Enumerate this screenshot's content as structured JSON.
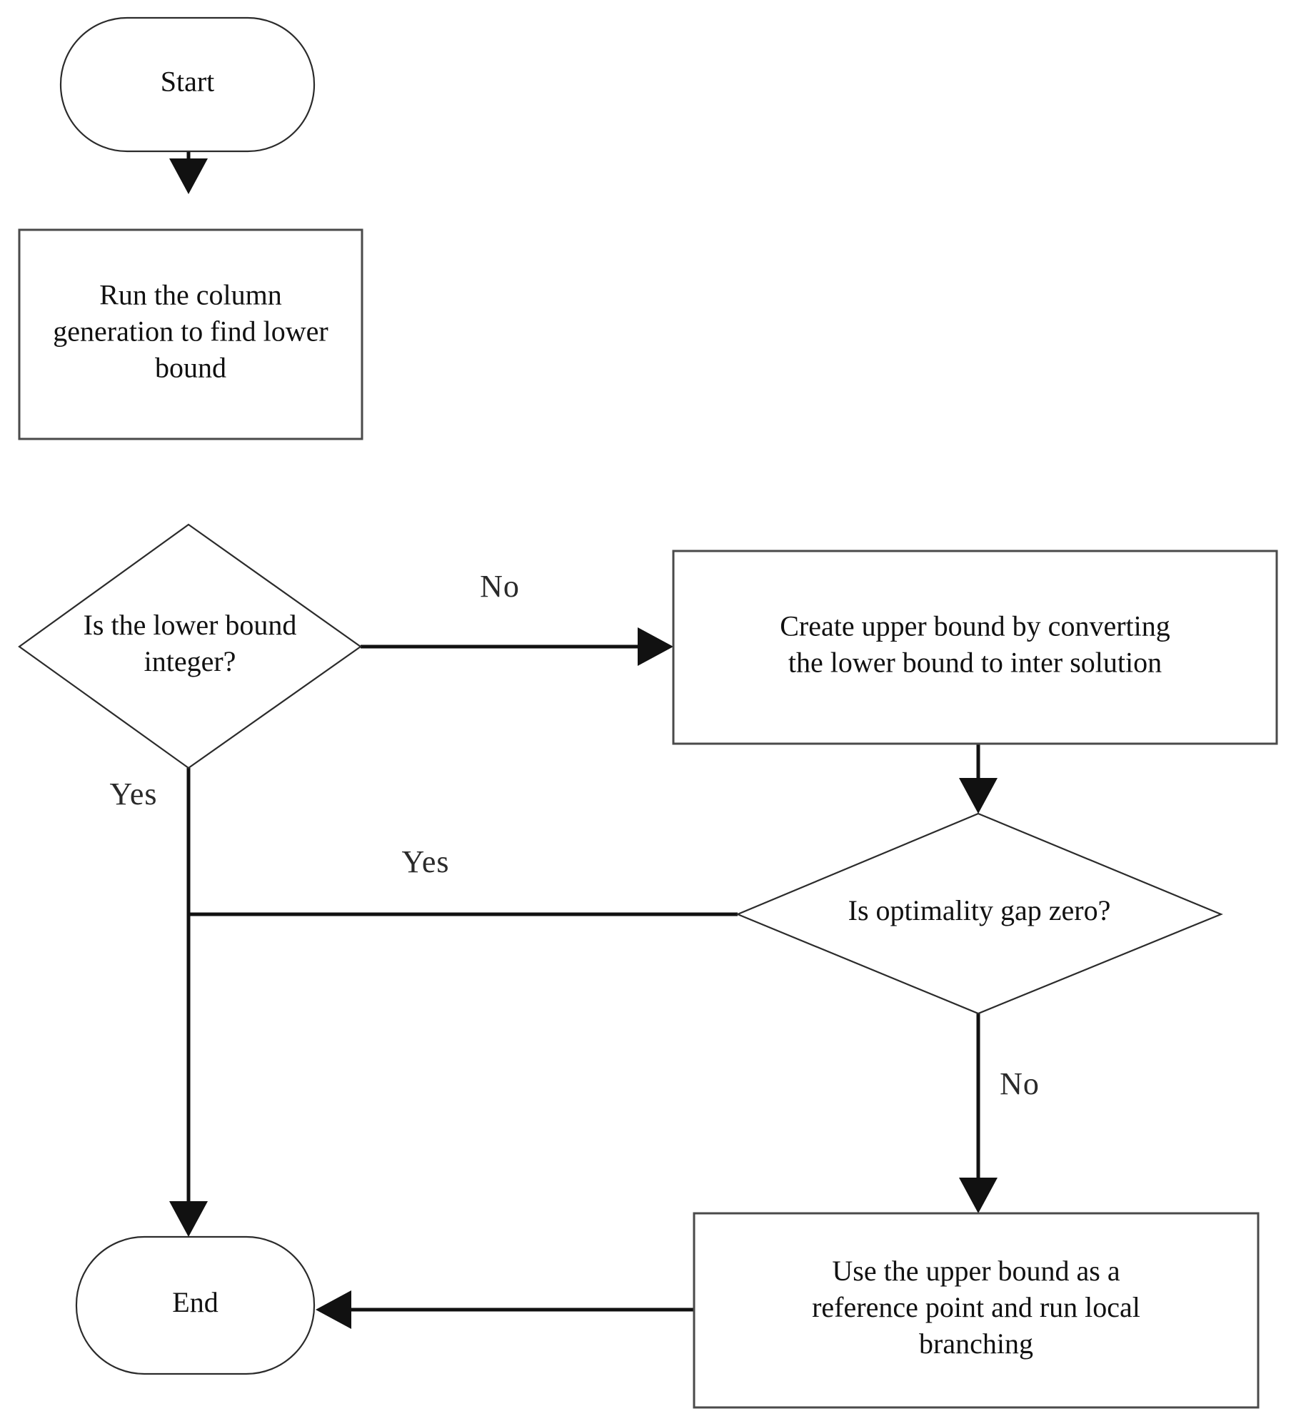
{
  "diagram": {
    "type": "flowchart",
    "title": "",
    "background_color": "#ffffff",
    "shape_stroke_color": "#4a4a4a",
    "connector_color": "#111111",
    "text_color": "#111111",
    "nodes": [
      {
        "id": "start",
        "shape": "terminator",
        "label": "Start",
        "label_lines": [
          "Start"
        ]
      },
      {
        "id": "run-column-generation",
        "shape": "process",
        "label": "Run the column generation to find lower bound",
        "label_lines": [
          "Run the column",
          "generation to find lower",
          "bound"
        ]
      },
      {
        "id": "is-lower-bound-integer",
        "shape": "decision",
        "label": "Is the lower bound integer?",
        "label_lines": [
          "Is the lower bound",
          "integer?"
        ]
      },
      {
        "id": "create-upper-bound",
        "shape": "process",
        "label": "Create upper bound by converting the lower bound to inter solution",
        "label_lines": [
          "Create upper bound by converting",
          "the lower bound to inter solution"
        ]
      },
      {
        "id": "is-optimality-gap-zero",
        "shape": "decision",
        "label": "Is optimality gap zero?",
        "label_lines": [
          "Is optimality gap zero?"
        ]
      },
      {
        "id": "local-branching",
        "shape": "process",
        "label": "Use the upper bound as a reference point and run local branching",
        "label_lines": [
          "Use the upper bound as a",
          "reference point and run local",
          "branching"
        ]
      },
      {
        "id": "end",
        "shape": "terminator",
        "label": "End",
        "label_lines": [
          "End"
        ]
      }
    ],
    "edges": [
      {
        "id": "start-to-run",
        "from": "start",
        "to": "run-column-generation",
        "label": ""
      },
      {
        "id": "run-to-decision1",
        "from": "run-column-generation",
        "to": "is-lower-bound-integer",
        "label": ""
      },
      {
        "id": "decision1-no",
        "from": "is-lower-bound-integer",
        "to": "create-upper-bound",
        "label": "No"
      },
      {
        "id": "decision1-yes",
        "from": "is-lower-bound-integer",
        "to": "end",
        "label": "Yes"
      },
      {
        "id": "create-to-decision2",
        "from": "create-upper-bound",
        "to": "is-optimality-gap-zero",
        "label": ""
      },
      {
        "id": "decision2-yes",
        "from": "is-optimality-gap-zero",
        "to": "end",
        "label": "Yes"
      },
      {
        "id": "decision2-no",
        "from": "is-optimality-gap-zero",
        "to": "local-branching",
        "label": "No"
      },
      {
        "id": "local-branching-to-end",
        "from": "local-branching",
        "to": "end",
        "label": ""
      }
    ]
  }
}
